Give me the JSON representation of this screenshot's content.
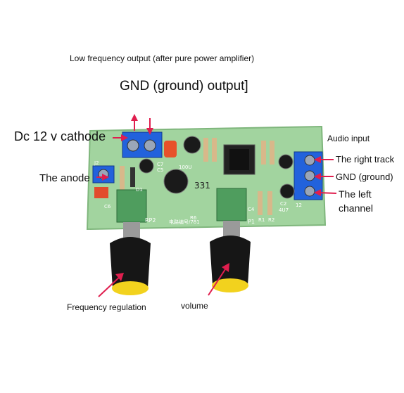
{
  "labels": {
    "low_frequency_output": "Low frequency output (after pure power amplifier)",
    "gnd_output": "GND (ground) output]",
    "dc_cathode": "Dc 12 v cathode",
    "anode": "The anode",
    "audio_input": "Audio input",
    "right_track": "The right track",
    "gnd_ground": "GND (ground)",
    "left": "The left",
    "channel": "channel",
    "frequency_regulation": "Frequency regulation",
    "volume": "volume"
  },
  "silkscreen": {
    "rp2": "RP2",
    "rp1": "P1",
    "r1": "R1",
    "r2": "R2",
    "d1": "D1",
    "c7": "C7",
    "c5": "C5",
    "c6": "C6",
    "c4": "C4",
    "c2": "C2",
    "cap_value": "100U",
    "cap_value2": "4U7",
    "ic_mark": "331",
    "board_id": "电路编号/781",
    "j2": "J2",
    "r6": "R6",
    "mark_12": "12"
  },
  "colors": {
    "pcb": "#9dd09a",
    "terminal": "#1f5fd8",
    "arrow": "#e01e4e",
    "knob": "#111111",
    "knob_base": "#f5d21a"
  }
}
